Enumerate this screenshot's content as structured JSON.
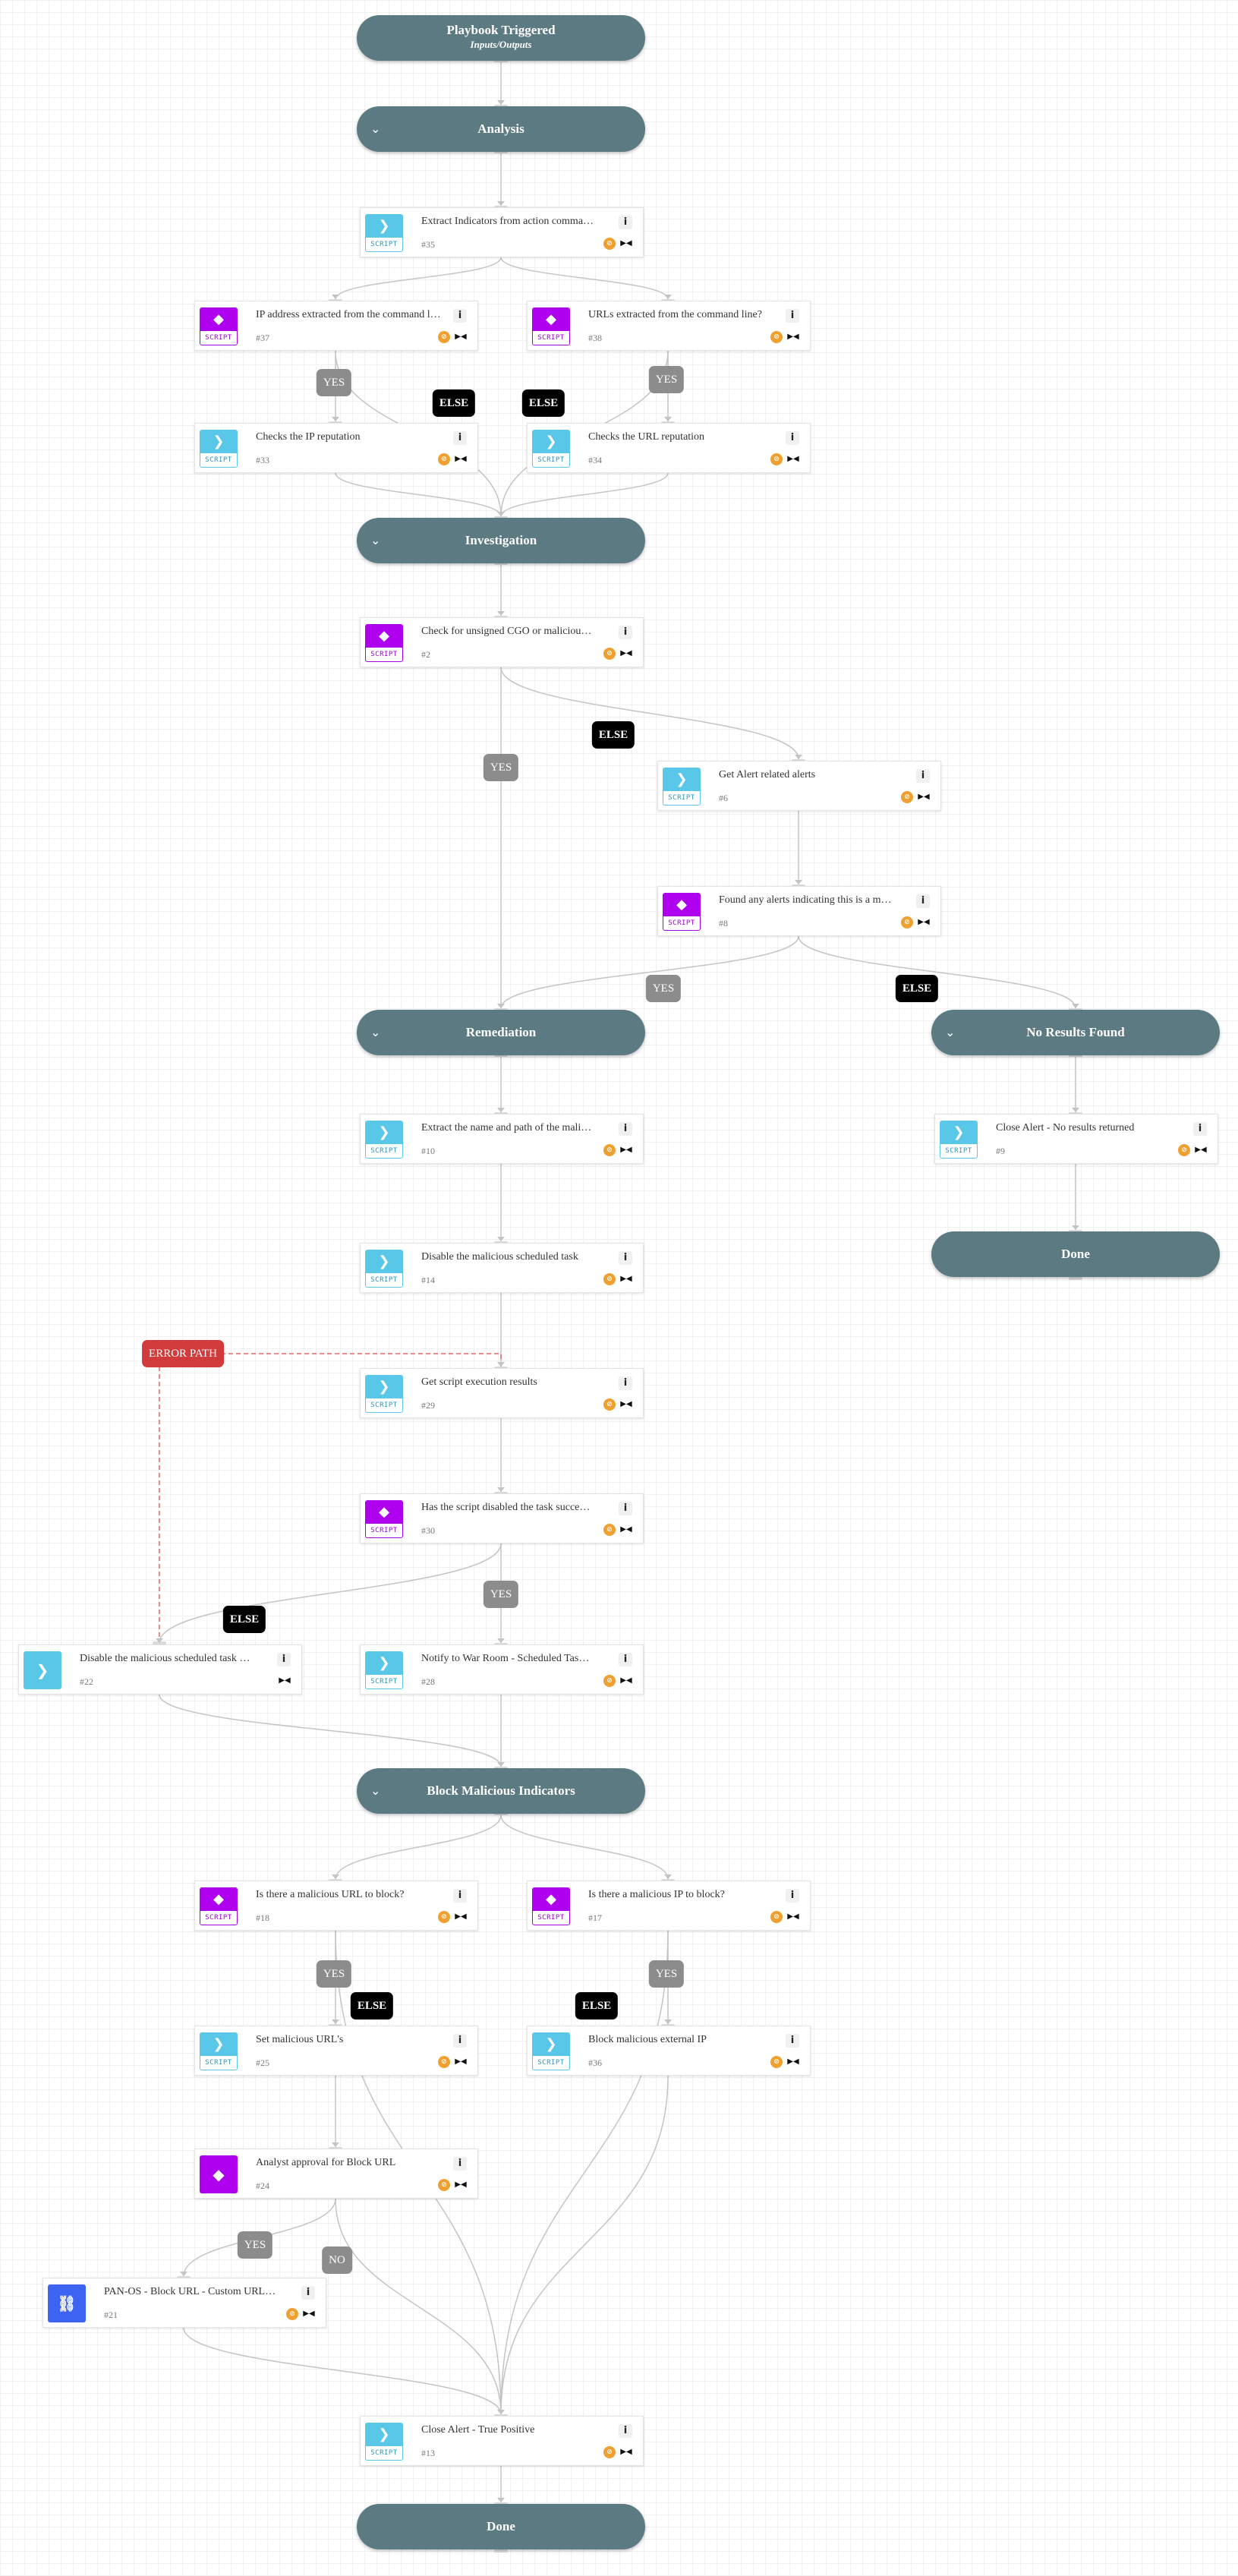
{
  "sections": [
    {
      "id": "trigger",
      "title": "Playbook Triggered",
      "subtitle": "Inputs/Outputs",
      "chevron": false,
      "icon": "playbook-triggered"
    },
    {
      "id": "analysis",
      "title": "Analysis",
      "chevron": true,
      "chevron_icon": "chevron-down-icon"
    },
    {
      "id": "investigation",
      "title": "Investigation",
      "chevron": true,
      "chevron_icon": "chevron-down-icon"
    },
    {
      "id": "remediation",
      "title": "Remediation",
      "chevron": true,
      "chevron_icon": "chevron-down-icon"
    },
    {
      "id": "noresults",
      "title": "No Results Found",
      "chevron": true,
      "chevron_icon": "chevron-down-icon"
    },
    {
      "id": "done1",
      "title": "Done",
      "chevron": false
    },
    {
      "id": "block",
      "title": "Block Malicious Indicators",
      "chevron": true,
      "chevron_icon": "chevron-down-icon"
    },
    {
      "id": "done2",
      "title": "Done",
      "chevron": false
    }
  ],
  "tasks": [
    {
      "id": "t35",
      "name": "Extract Indicators from action comma…",
      "num": "#35",
      "kind": "script",
      "tag": "SCRIPT",
      "icon": "script-icon",
      "skip": true
    },
    {
      "id": "t37",
      "name": "IP address extracted from the command l…",
      "num": "#37",
      "kind": "cond",
      "tag": "SCRIPT",
      "icon": "condition-icon",
      "skip": true
    },
    {
      "id": "t38",
      "name": "URLs extracted from the command line?",
      "num": "#38",
      "kind": "cond",
      "tag": "SCRIPT",
      "icon": "condition-icon",
      "skip": true
    },
    {
      "id": "t33",
      "name": "Checks the IP reputation",
      "num": "#33",
      "kind": "script",
      "tag": "SCRIPT",
      "icon": "script-icon",
      "skip": true
    },
    {
      "id": "t34",
      "name": "Checks the URL reputation",
      "num": "#34",
      "kind": "script",
      "tag": "SCRIPT",
      "icon": "script-icon",
      "skip": true
    },
    {
      "id": "t2",
      "name": "Check for unsigned CGO or maliciou…",
      "num": "#2",
      "kind": "cond",
      "tag": "SCRIPT",
      "icon": "condition-icon",
      "skip": true
    },
    {
      "id": "t6",
      "name": "Get Alert related alerts",
      "num": "#6",
      "kind": "script",
      "tag": "SCRIPT",
      "icon": "script-icon",
      "skip": true
    },
    {
      "id": "t8",
      "name": "Found any alerts indicating this is a m…",
      "num": "#8",
      "kind": "cond",
      "tag": "SCRIPT",
      "icon": "condition-icon",
      "skip": true
    },
    {
      "id": "t10",
      "name": "Extract the name and path of the mali…",
      "num": "#10",
      "kind": "script",
      "tag": "SCRIPT",
      "icon": "script-icon",
      "skip": true
    },
    {
      "id": "t9",
      "name": "Close Alert - No results returned",
      "num": "#9",
      "kind": "script",
      "tag": "SCRIPT",
      "icon": "script-icon",
      "skip": true
    },
    {
      "id": "t14",
      "name": "Disable the malicious scheduled task",
      "num": "#14",
      "kind": "script",
      "tag": "SCRIPT",
      "icon": "script-icon",
      "skip": true
    },
    {
      "id": "t29",
      "name": "Get script execution results",
      "num": "#29",
      "kind": "script",
      "tag": "SCRIPT",
      "icon": "script-icon",
      "skip": true
    },
    {
      "id": "t30",
      "name": "Has the script disabled the task succe…",
      "num": "#30",
      "kind": "cond",
      "tag": "SCRIPT",
      "icon": "condition-icon",
      "skip": true
    },
    {
      "id": "t22",
      "name": "Disable the malicious scheduled task …",
      "num": "#22",
      "kind": "full-script",
      "tag": "",
      "icon": "manual-task-icon",
      "skip": false
    },
    {
      "id": "t28",
      "name": "Notify to War Room - Scheduled Tas…",
      "num": "#28",
      "kind": "script",
      "tag": "SCRIPT",
      "icon": "script-icon",
      "skip": true
    },
    {
      "id": "t18",
      "name": "Is there a malicious URL to block?",
      "num": "#18",
      "kind": "cond",
      "tag": "SCRIPT",
      "icon": "condition-icon",
      "skip": true
    },
    {
      "id": "t17",
      "name": "Is there a malicious IP to block?",
      "num": "#17",
      "kind": "cond",
      "tag": "SCRIPT",
      "icon": "condition-icon",
      "skip": true
    },
    {
      "id": "t25",
      "name": "Set malicious URL's",
      "num": "#25",
      "kind": "script",
      "tag": "SCRIPT",
      "icon": "script-icon",
      "skip": true
    },
    {
      "id": "t36",
      "name": "Block malicious external IP",
      "num": "#36",
      "kind": "script",
      "tag": "SCRIPT",
      "icon": "script-icon",
      "skip": true
    },
    {
      "id": "t24",
      "name": "Analyst approval for Block URL",
      "num": "#24",
      "kind": "full-cond",
      "tag": "",
      "icon": "manual-condition-icon",
      "skip": true
    },
    {
      "id": "t21",
      "name": "PAN-OS - Block URL - Custom URL…",
      "num": "#21",
      "kind": "full-pb",
      "tag": "",
      "icon": "sub-playbook-icon",
      "skip": true
    },
    {
      "id": "t13",
      "name": "Close Alert - True Positive",
      "num": "#13",
      "kind": "script",
      "tag": "SCRIPT",
      "icon": "script-icon",
      "skip": true
    }
  ],
  "labels": [
    {
      "id": "l1",
      "text": "YES",
      "kind": "yes"
    },
    {
      "id": "l2",
      "text": "ELSE",
      "kind": "else"
    },
    {
      "id": "l3",
      "text": "ELSE",
      "kind": "else"
    },
    {
      "id": "l4",
      "text": "YES",
      "kind": "yes"
    },
    {
      "id": "l5",
      "text": "ELSE",
      "kind": "else"
    },
    {
      "id": "l6",
      "text": "YES",
      "kind": "yes"
    },
    {
      "id": "l7",
      "text": "YES",
      "kind": "yes"
    },
    {
      "id": "l8",
      "text": "ELSE",
      "kind": "else"
    },
    {
      "id": "l9",
      "text": "ERROR PATH",
      "kind": "err"
    },
    {
      "id": "l10",
      "text": "YES",
      "kind": "yes"
    },
    {
      "id": "l11",
      "text": "ELSE",
      "kind": "else"
    },
    {
      "id": "l12",
      "text": "YES",
      "kind": "yes"
    },
    {
      "id": "l13",
      "text": "ELSE",
      "kind": "else"
    },
    {
      "id": "l14",
      "text": "YES",
      "kind": "yes"
    },
    {
      "id": "l15",
      "text": "ELSE",
      "kind": "else"
    },
    {
      "id": "l16",
      "text": "YES",
      "kind": "yes"
    },
    {
      "id": "l17",
      "text": "NO",
      "kind": "no"
    }
  ],
  "icons": {
    "info": "i",
    "skip": "⊘",
    "run": "▶◀",
    "chevron": "⌄",
    "script_glyph": "❯",
    "condition_glyph": "◆",
    "playbook_glyph": "⛓"
  },
  "colors": {
    "section": "#5c7a81",
    "script": "#59c8e8",
    "condition": "#b000f0",
    "playbook": "#3d63f2",
    "yes_label": "#8c8c8c",
    "else_label": "#000000",
    "error_label": "#d13b3b",
    "edge": "#c4c4c4",
    "error_edge": "#e06666"
  }
}
